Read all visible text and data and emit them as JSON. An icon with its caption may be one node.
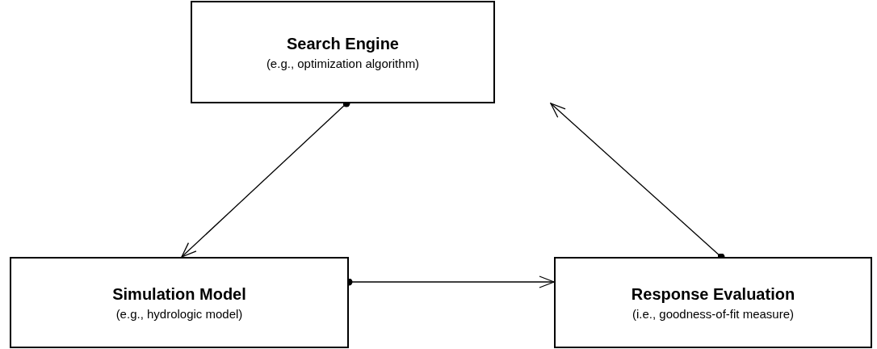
{
  "diagram": {
    "nodes": [
      {
        "text": [
          "Search Engine",
          "(e.g., optimization algorithm)"
        ]
      },
      {
        "text": [
          "Simulation Model",
          "(e.g., hydrologic model)"
        ]
      },
      {
        "text": [
          "Response Evaluation",
          "(i.e., goodness-of-fit measure)"
        ]
      }
    ],
    "edges": [
      {
        "from": 0,
        "to": 1,
        "arrow": "to"
      },
      {
        "from": 1,
        "to": 2,
        "arrow": "to"
      },
      {
        "from": 2,
        "to": 0,
        "arrow": "to"
      }
    ]
  }
}
